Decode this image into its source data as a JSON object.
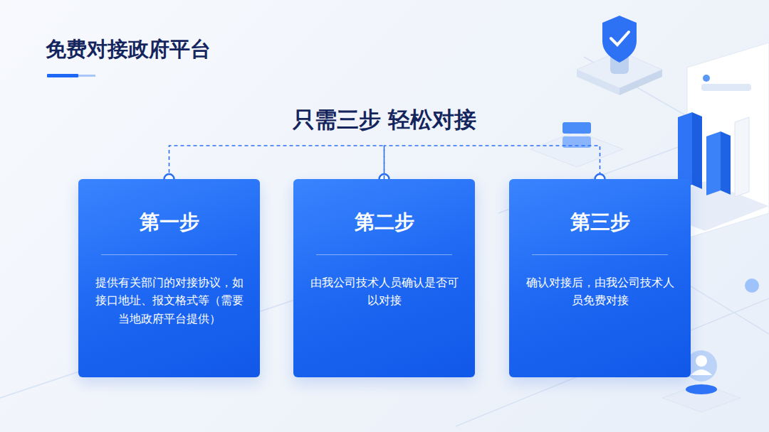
{
  "diagram": {
    "title": "免费对接政府平台",
    "nodes": [
      {
        "text": [
          "第一步",
          "提供有关部门的对接协议，如接口地址、报文格式等（需要当地政府平台提供）"
        ]
      },
      {
        "text": [
          "第二步",
          "由我公司技术人员确认是否可以对接"
        ]
      },
      {
        "text": [
          "第三步",
          "确认对接后，由我公司技术人员免费对接"
        ]
      }
    ],
    "edges": [
      {
        "from": 0,
        "to": 1,
        "arrow": "none"
      },
      {
        "from": 1,
        "to": 2,
        "arrow": "none"
      }
    ],
    "labels": [
      "只需三步  轻松对接"
    ]
  }
}
